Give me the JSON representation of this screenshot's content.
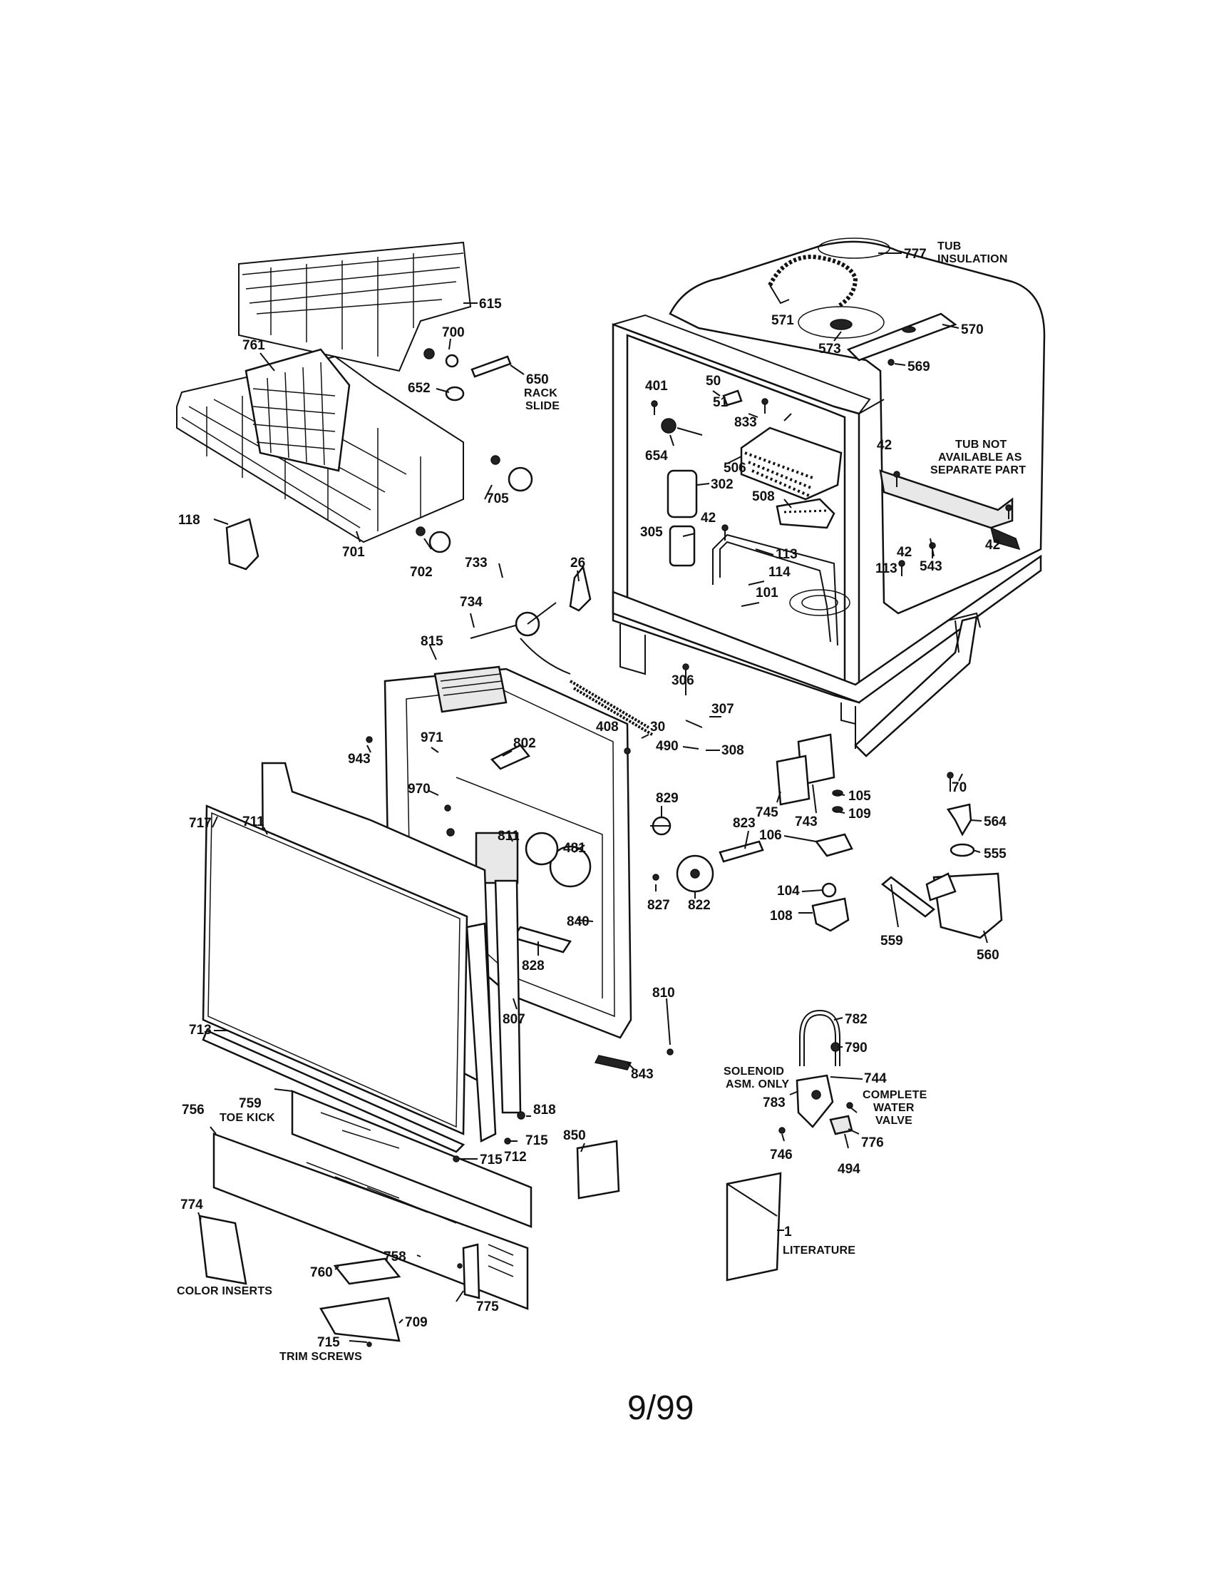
{
  "labels": {
    "777": "777",
    "tub_insulation_1": "TUB",
    "tub_insulation_2": "INSULATION",
    "615": "615",
    "700": "700",
    "761": "761",
    "571": "571",
    "573": "573",
    "570": "570",
    "569": "569",
    "652": "652",
    "650": "650",
    "rack_slide_1": "RACK",
    "rack_slide_2": "SLIDE",
    "50": "50",
    "401": "401",
    "51": "51",
    "833": "833",
    "654": "654",
    "506": "506",
    "42a": "42",
    "tub_na_1": "TUB NOT",
    "tub_na_2": "AVAILABLE AS",
    "tub_na_3": "SEPARATE PART",
    "705": "705",
    "302": "302",
    "508": "508",
    "42b": "42",
    "305": "305",
    "113a": "113",
    "42c": "42",
    "42d": "42",
    "543": "543",
    "118": "118",
    "701": "701",
    "702": "702",
    "733": "733",
    "26": "26",
    "114": "114",
    "113b": "113",
    "101": "101",
    "734": "734",
    "815": "815",
    "306": "306",
    "307": "307",
    "408": "408",
    "30": "30",
    "308": "308",
    "490": "490",
    "943": "943",
    "971": "971",
    "802": "802",
    "70": "70",
    "970": "970",
    "829": "829",
    "105": "105",
    "109": "109",
    "745": "745",
    "743": "743",
    "564": "564",
    "717": "717",
    "711": "711",
    "823": "823",
    "811": "811",
    "106": "106",
    "481": "481",
    "555": "555",
    "827": "827",
    "822": "822",
    "104": "104",
    "108": "108",
    "559": "559",
    "560": "560",
    "840": "840",
    "828": "828",
    "810": "810",
    "807": "807",
    "782": "782",
    "713": "713",
    "790": "790",
    "843": "843",
    "solenoid_1": "SOLENOID",
    "solenoid_2": "ASM. ONLY",
    "744": "744",
    "cwv_1": "COMPLETE",
    "cwv_2": "WATER",
    "cwv_3": "VALVE",
    "783": "783",
    "818": "818",
    "756": "756",
    "759": "759",
    "toe_kick": "TOE KICK",
    "850": "850",
    "715a": "715",
    "776": "776",
    "712": "712",
    "715b": "715",
    "746": "746",
    "494": "494",
    "774": "774",
    "1": "1",
    "758": "758",
    "literature": "LITERATURE",
    "760": "760",
    "color_inserts": "COLOR INSERTS",
    "775": "775",
    "709": "709",
    "715c": "715",
    "trim_screws": "TRIM SCREWS"
  },
  "footer": {
    "page": "9/99"
  }
}
